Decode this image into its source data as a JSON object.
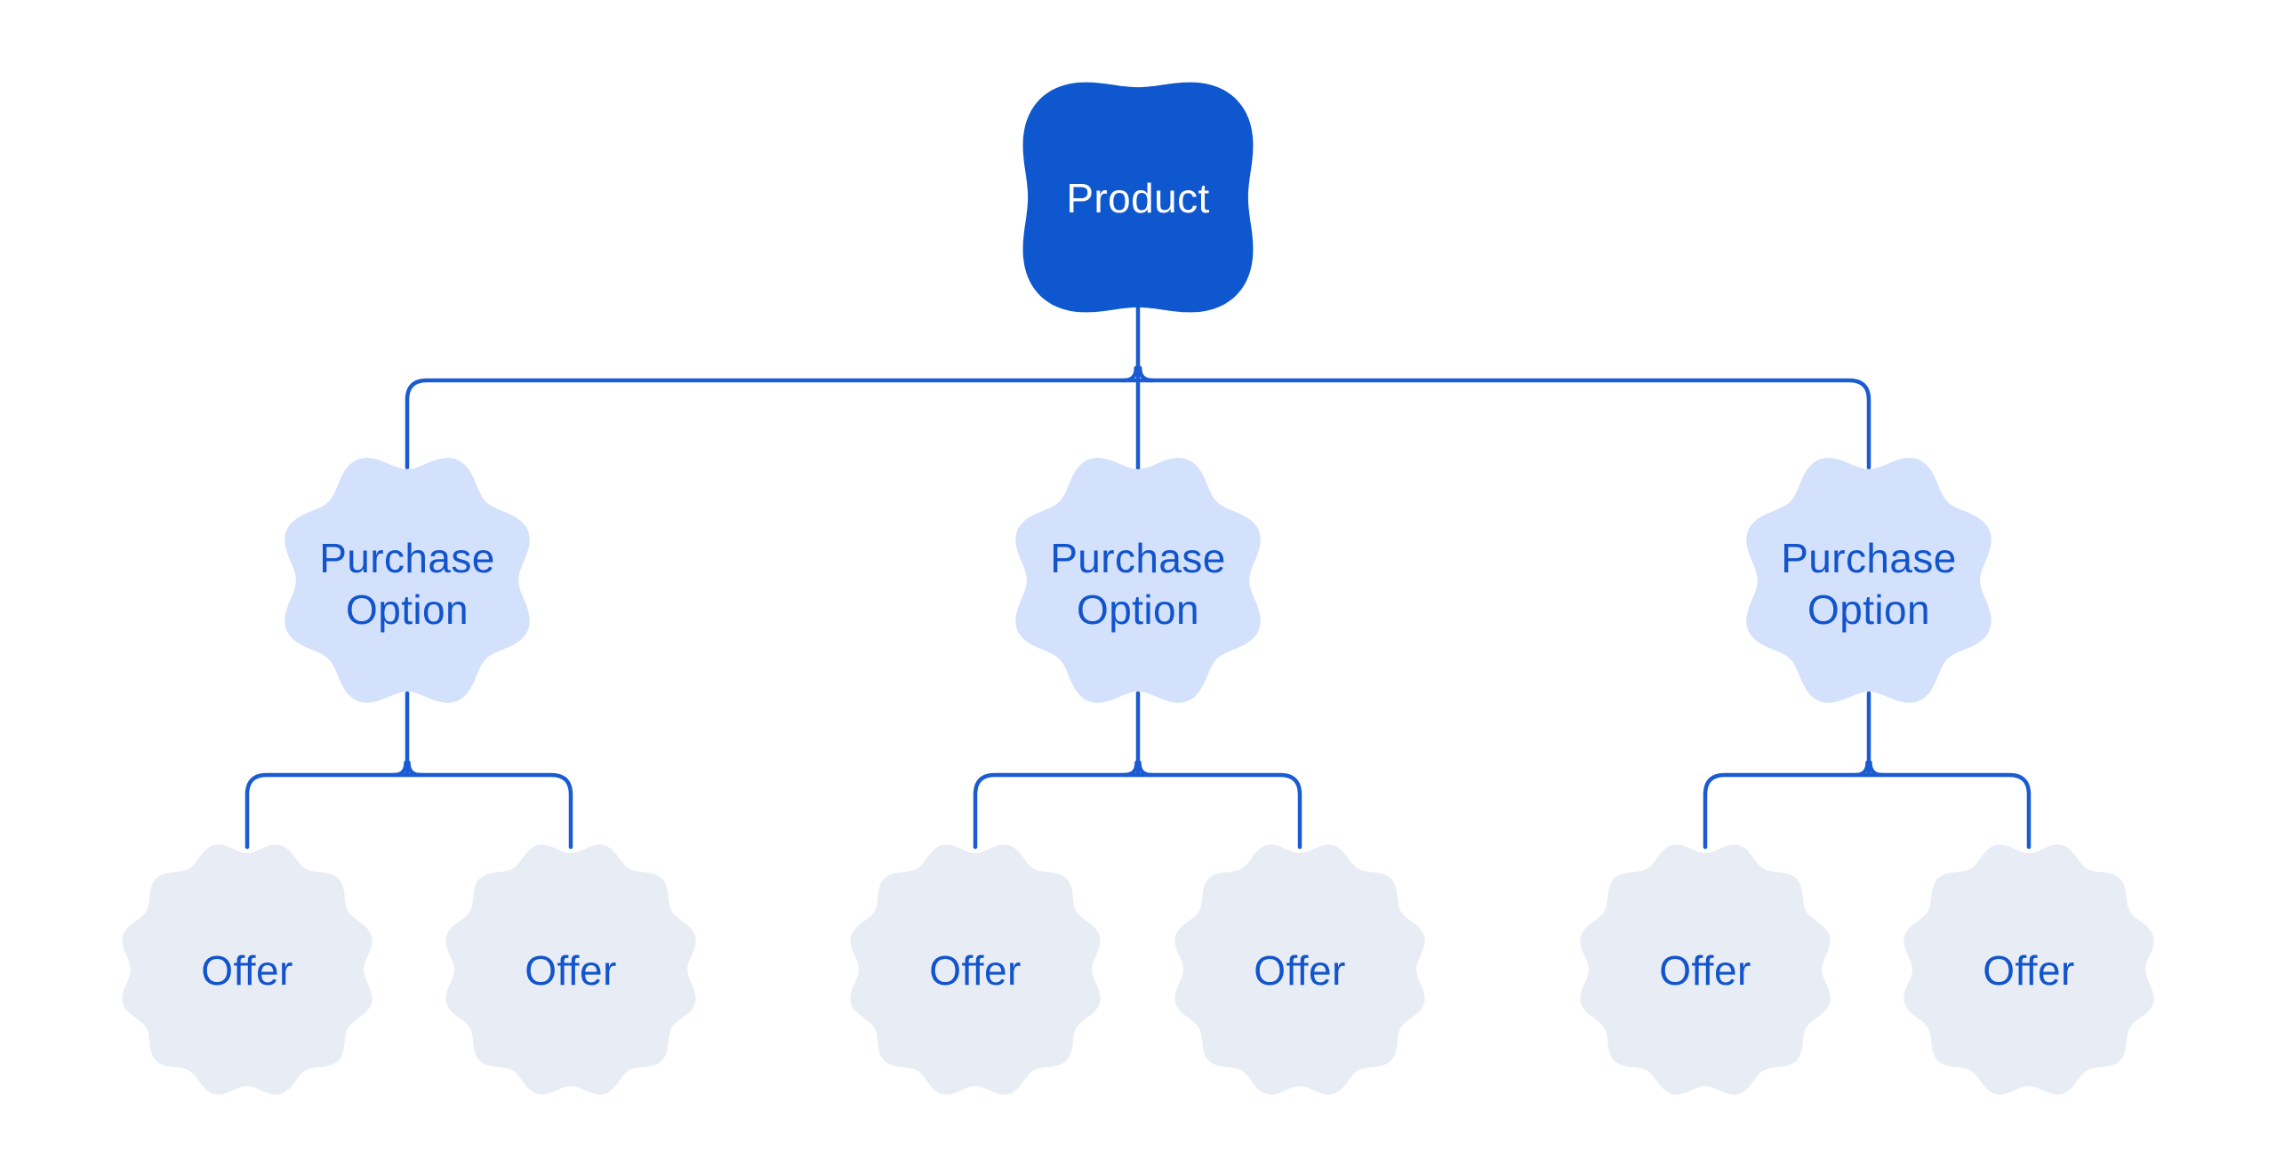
{
  "colors": {
    "background": "#FFFFFF",
    "connector": "#1A5BD2",
    "product_fill": "#0E57CE",
    "product_text": "#FFFFFF",
    "purchase_fill": "#D3E1FC",
    "offer_fill": "#E8ECF5",
    "node_text": "#1254CC"
  },
  "diagram": {
    "root": {
      "label": "Product"
    },
    "children": [
      {
        "label": "Purchase Option",
        "label_lines": [
          "Purchase",
          "Option"
        ],
        "offers": [
          {
            "label": "Offer"
          },
          {
            "label": "Offer"
          }
        ]
      },
      {
        "label": "Purchase Option",
        "label_lines": [
          "Purchase",
          "Option"
        ],
        "offers": [
          {
            "label": "Offer"
          },
          {
            "label": "Offer"
          }
        ]
      },
      {
        "label": "Purchase Option",
        "label_lines": [
          "Purchase",
          "Option"
        ],
        "offers": [
          {
            "label": "Offer"
          },
          {
            "label": "Offer"
          }
        ]
      }
    ]
  }
}
